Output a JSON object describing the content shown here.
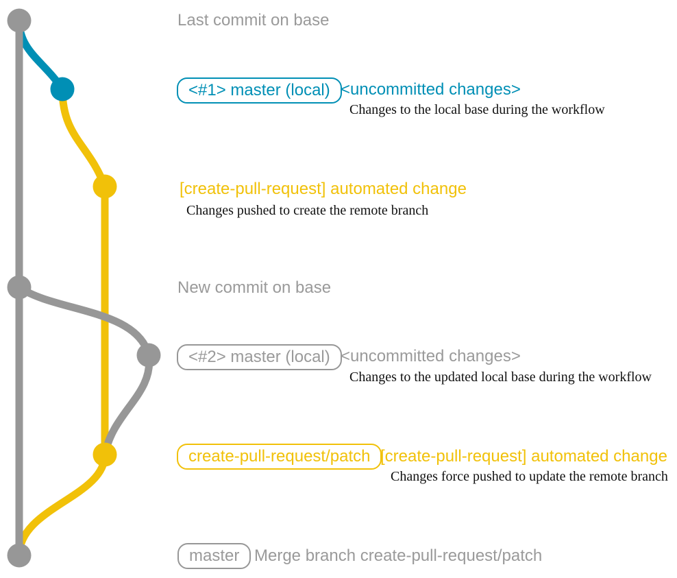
{
  "colors": {
    "gray": "#979797",
    "gray_text": "#9a9a9a",
    "teal": "#008fb5",
    "yellow": "#f1c109",
    "ink": "#111111"
  },
  "annotations": {
    "last_commit_label": "Last commit on base",
    "new_commit_label": "New commit on base",
    "local1": {
      "badge": "<#1> master (local)",
      "heading": "<uncommitted changes>",
      "detail": "Changes to the local base during the workflow"
    },
    "push1": {
      "heading": "[create-pull-request] automated change",
      "detail": "Changes pushed to create the remote branch"
    },
    "local2": {
      "badge": "<#2> master (local)",
      "heading": "<uncommitted changes>",
      "detail": "Changes to the updated local base during the workflow"
    },
    "push2": {
      "badge": "create-pull-request/patch",
      "heading": "[create-pull-request] automated change",
      "detail": "Changes force pushed to update the remote branch"
    },
    "merge": {
      "badge": "master",
      "heading": "Merge branch create-pull-request/patch"
    }
  },
  "graph": {
    "branches": [
      "base (master)",
      "master (local)",
      "create-pull-request/patch"
    ],
    "commit_count": 7
  }
}
